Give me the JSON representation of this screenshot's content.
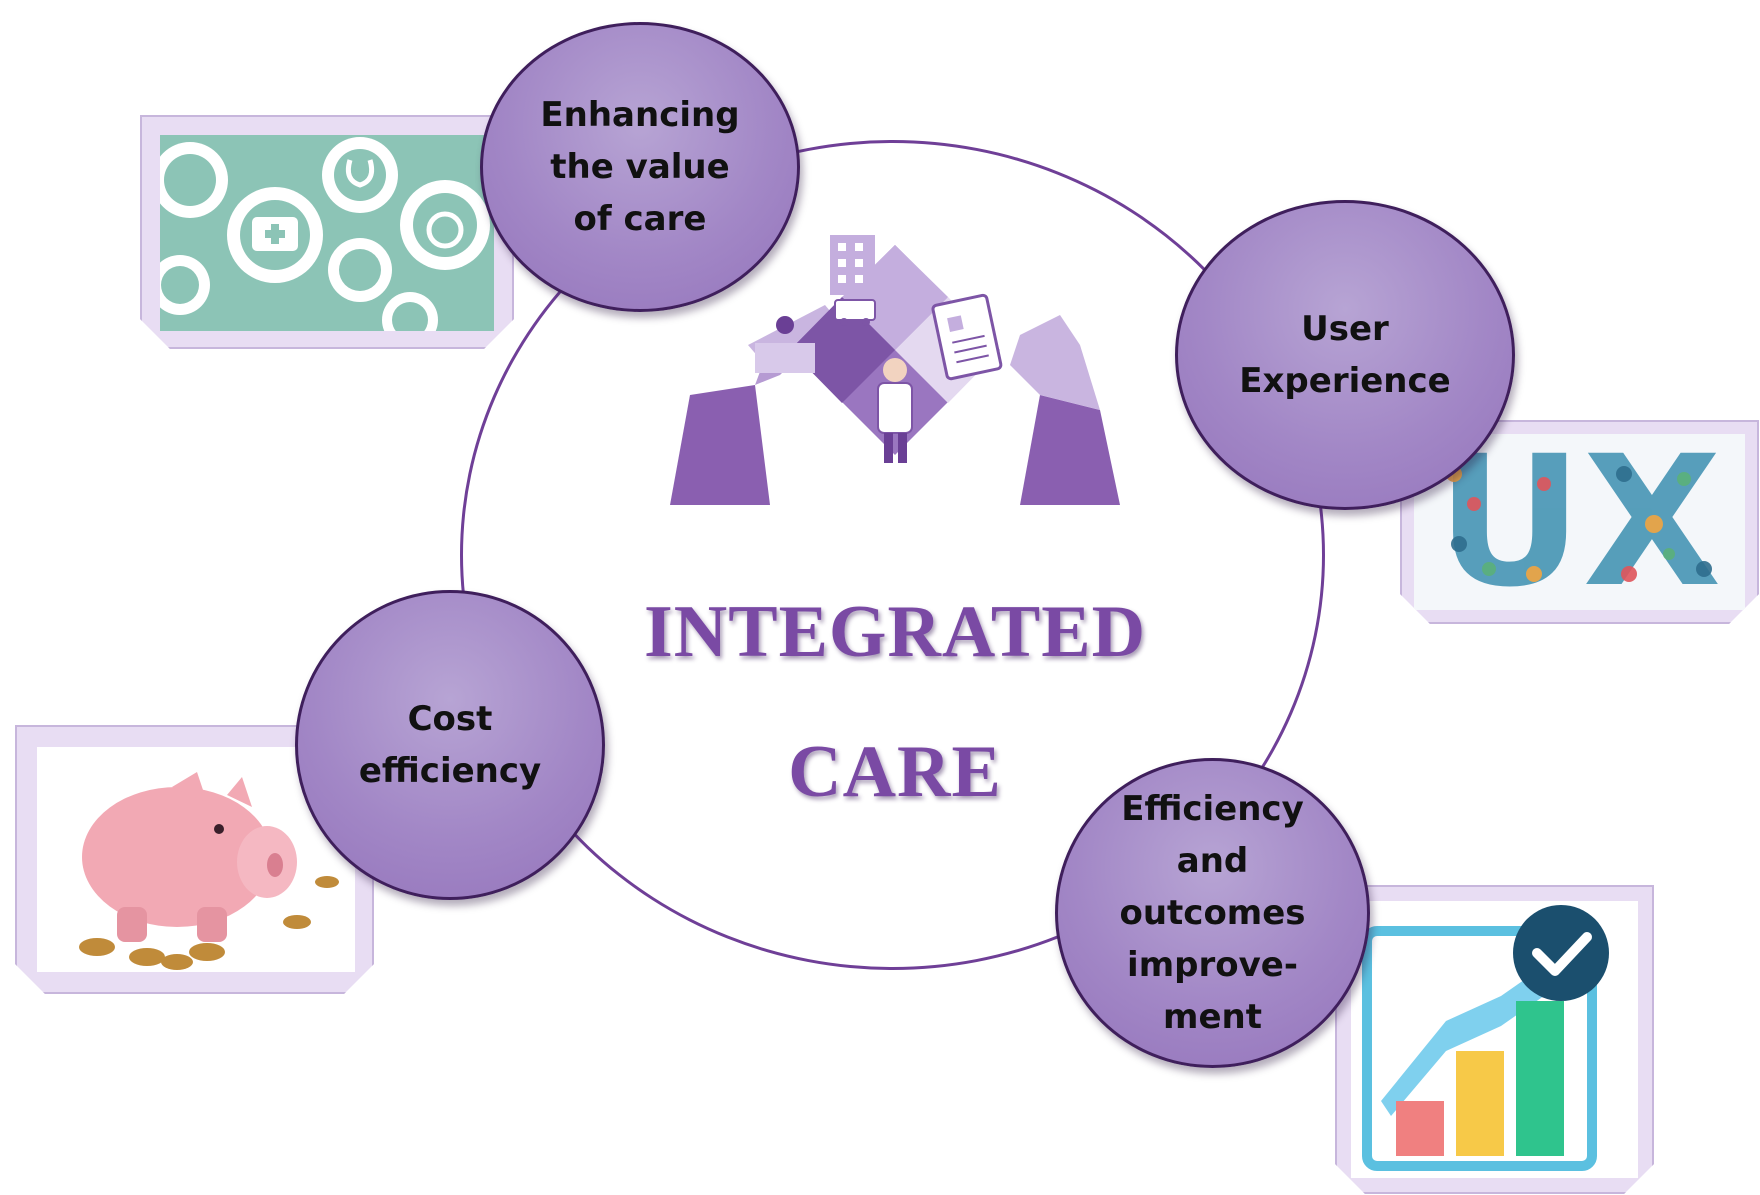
{
  "diagram": {
    "title_line1": "INTEGRATED",
    "title_line2": "CARE",
    "nodes": [
      {
        "label": "Enhancing\nthe value\nof care"
      },
      {
        "label": "User\nExperience"
      },
      {
        "label": "Cost\nefficiency"
      },
      {
        "label": "Efficiency\nand\noutcomes\nimprove-\nment"
      }
    ],
    "ux_text": "UX",
    "colors": {
      "ring": "#6f3f97",
      "title": "#7a4aa4",
      "node_fill": "#a287c6",
      "node_border": "#3f1f5c",
      "frame": "#e8ddf3",
      "gears_bg": "#8cc4b6"
    },
    "icons": [
      "healthcare-puzzle-icon",
      "gears-medical-icon",
      "ux-icons-icon",
      "piggy-bank-icon",
      "growth-chart-check-icon"
    ]
  }
}
